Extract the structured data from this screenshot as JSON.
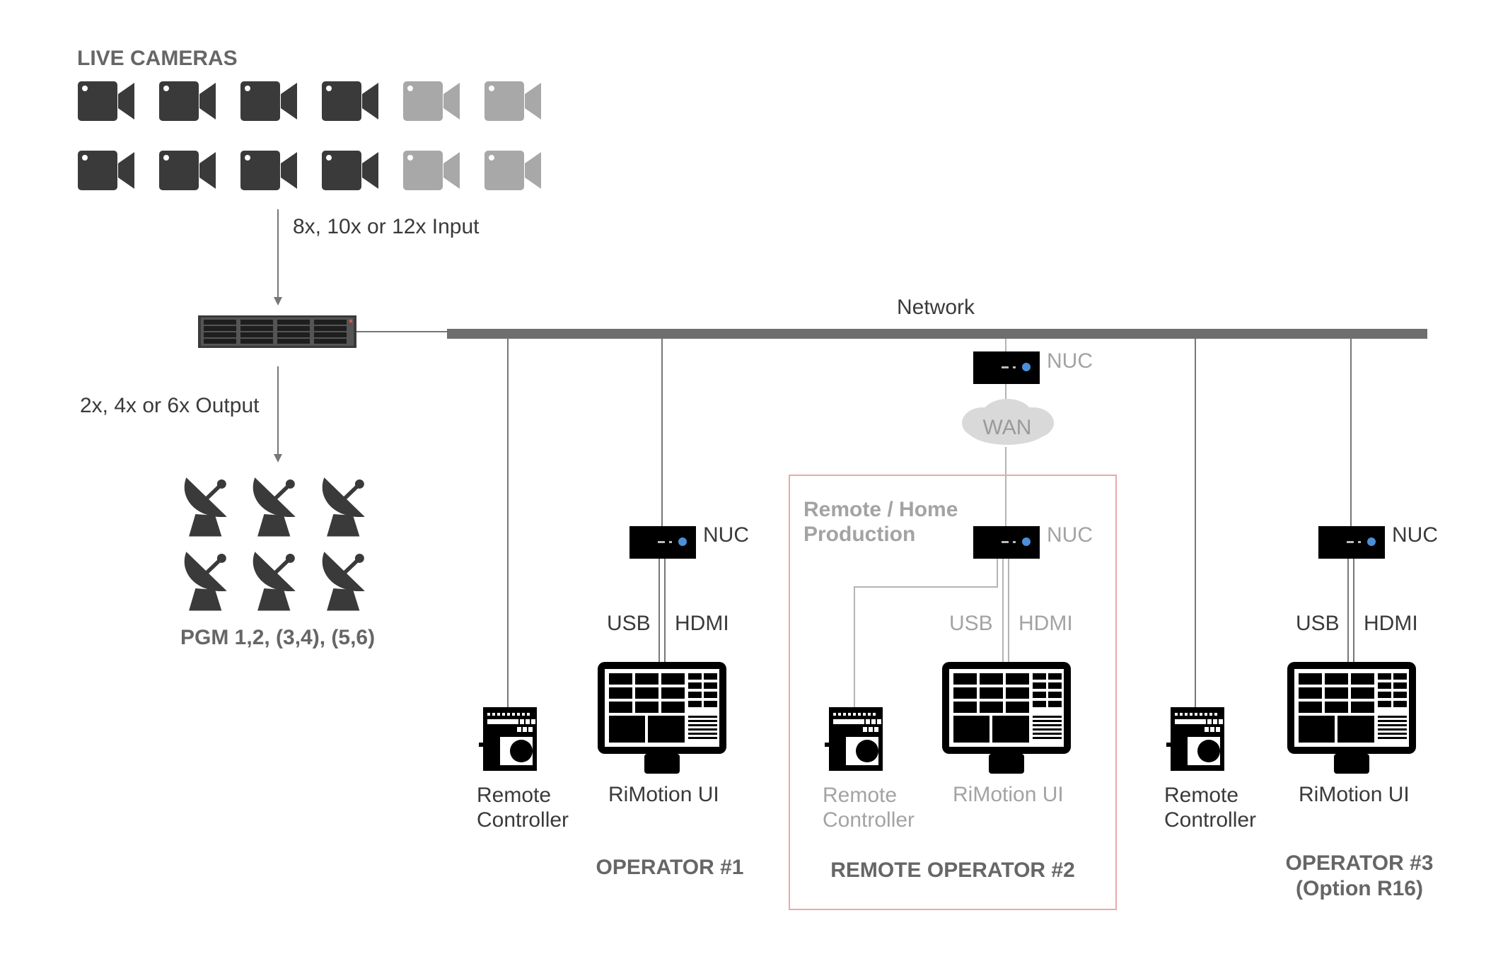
{
  "cameras": {
    "title": "LIVE CAMERAS",
    "input_label": "8x, 10x or 12x Input",
    "rows": 2,
    "active_per_row": 4,
    "inactive_per_row": 2
  },
  "server": {
    "output_label": "2x, 4x or 6x Output"
  },
  "outputs": {
    "label": "PGM 1,2, (3,4), (5,6)",
    "dish_count": 6
  },
  "network": {
    "label": "Network"
  },
  "wan": {
    "nuc_label": "NUC",
    "cloud_label": "WAN"
  },
  "remote_box": {
    "title_line1": "Remote / Home",
    "title_line2": "Production"
  },
  "operator1": {
    "controller_line1": "Remote",
    "controller_line2": "Controller",
    "nuc_label": "NUC",
    "usb_label": "USB",
    "hdmi_label": "HDMI",
    "ui_label": "RiMotion UI",
    "title": "OPERATOR #1"
  },
  "operator2": {
    "controller_line1": "Remote",
    "controller_line2": "Controller",
    "nuc_label": "NUC",
    "usb_label": "USB",
    "hdmi_label": "HDMI",
    "ui_label": "RiMotion UI",
    "title": "REMOTE OPERATOR #2"
  },
  "operator3": {
    "controller_line1": "Remote",
    "controller_line2": "Controller",
    "nuc_label": "NUC",
    "usb_label": "USB",
    "hdmi_label": "HDMI",
    "ui_label": "RiMotion UI",
    "title_line1": "OPERATOR #3",
    "title_line2": "(Option R16)"
  },
  "colors": {
    "dark": "#3a3a3a",
    "grey": "#a3a3a3",
    "line": "#777777",
    "bus": "#6e6e6e",
    "remote_border": "#e8aaaa",
    "nuc_black": "#111111",
    "nuc_grey": "#7a7a7a",
    "led": "#4a90d9"
  }
}
